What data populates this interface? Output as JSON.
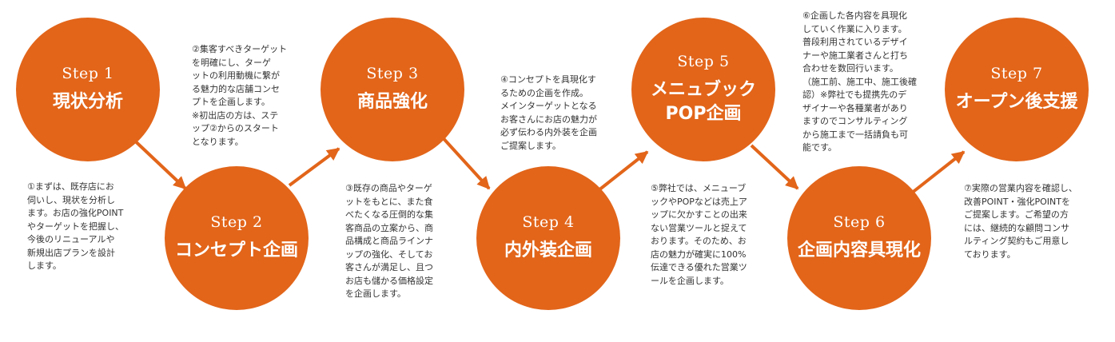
{
  "colors": {
    "accent": "#e2651a",
    "text": "#333333"
  },
  "steps": [
    {
      "step": "Step 1",
      "title": [
        "現状分析"
      ],
      "desc": [
        "①まずは、既存店にお",
        "伺いし、現状を分析し",
        "ます。お店の強化POINT",
        "やターゲットを把握し、",
        "今後のリニューアルや",
        "新規出店プランを設計",
        "します。"
      ]
    },
    {
      "step": "Step 2",
      "title": [
        "コンセプト企画"
      ],
      "desc": [
        "②集客すべきターゲット",
        "を明確にし、ターゲ",
        "ットの利用動機に繋が",
        "る魅力的な店舗コンセ",
        "プトを企画します。",
        "※初出店の方は、ステ",
        "ップ②からのスタート",
        "となります。"
      ]
    },
    {
      "step": "Step 3",
      "title": [
        "商品強化"
      ],
      "desc": [
        "③既存の商品やターゲ",
        "ットをもとに、また食",
        "べたくなる圧倒的な集",
        "客商品の立案から、商",
        "品構成と商品ラインナ",
        "ップの強化、そしてお",
        "客さんが満足し、且つ",
        "お店も儲かる価格設定",
        "を企画します。"
      ]
    },
    {
      "step": "Step 4",
      "title": [
        "内外装企画"
      ],
      "desc": [
        "④コンセプトを具現化す",
        "るための企画を作成。",
        "メインターゲットとなる",
        "お客さんにお店の魅力が",
        "必ず伝わる内外装を企画",
        "ご提案します。"
      ]
    },
    {
      "step": "Step 5",
      "title": [
        "メニュブック",
        "POP企画"
      ],
      "desc": [
        "⑤弊社では、メニューブ",
        "ックやPOPなどは売上ア",
        "ップに欠かすことの出来",
        "ない営業ツールと捉えて",
        "おります。そのため、お",
        "店の魅力が確実に100%",
        "伝達できる優れた営業ツ",
        "ールを企画します。"
      ]
    },
    {
      "step": "Step 6",
      "title": [
        "企画内容具現化"
      ],
      "desc": [
        "⑥企画した各内容を具現化",
        "していく作業に入ります。",
        "普段利用されているデザイ",
        "ナーや施工業者さんと打ち",
        "合わせを数回行います。",
        "（施工前、施工中、施工後確",
        "認）※弊社でも提携先のデ",
        "ザイナーや各種業者があり",
        "ますのでコンサルティング",
        "から施工まで一括請負も可",
        "能です。"
      ]
    },
    {
      "step": "Step 7",
      "title": [
        "オープン後支援"
      ],
      "desc": [
        "⑦実際の営業内容を確認し、",
        "改善POINT・強化POINTを",
        "ご提案します。ご希望の方",
        "には、継続的な顧問コンサ",
        "ルティング契約もご用意し",
        "ております。"
      ]
    }
  ]
}
